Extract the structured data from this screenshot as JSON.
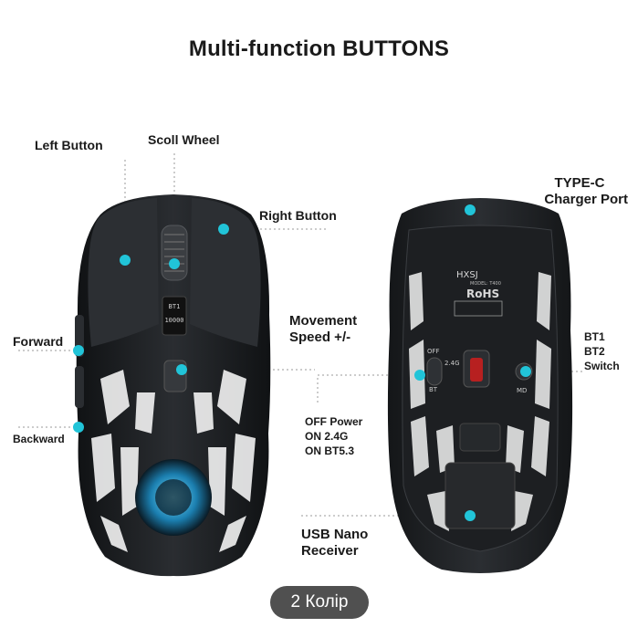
{
  "title": "Multi-function BUTTONS",
  "labels": {
    "left_button": "Left Button",
    "scroll_wheel": "Scoll Wheel",
    "right_button": "Right Button",
    "forward": "Forward",
    "backward": "Backward",
    "movement_speed_1": "Movement",
    "movement_speed_2": "Speed +/-",
    "type_c_1": "TYPE-C",
    "type_c_2": "Charger Port",
    "bt_switch_1": "BT1",
    "bt_switch_2": "BT2",
    "bt_switch_3": "Switch",
    "off_power_1": "OFF Power",
    "off_power_2": "ON 2.4G",
    "off_power_3": "ON BT5.3",
    "usb_nano_1": "USB Nano",
    "usb_nano_2": "Receiver"
  },
  "mouse_top": {
    "dpi_display_line1": "BT1",
    "dpi_display_line2": "10000"
  },
  "mouse_bottom": {
    "brand": "HXSJ",
    "model": "MODEL: T400",
    "rohs": "RoHS",
    "switch_off": "OFF",
    "switch_24g": "2.4G",
    "switch_bt": "BT",
    "switch_md": "MD"
  },
  "badge": "2 Колір",
  "colors": {
    "accent_dot": "#21c4d8",
    "mouse_body": "#1d1f22",
    "badge_bg": "#505050"
  }
}
